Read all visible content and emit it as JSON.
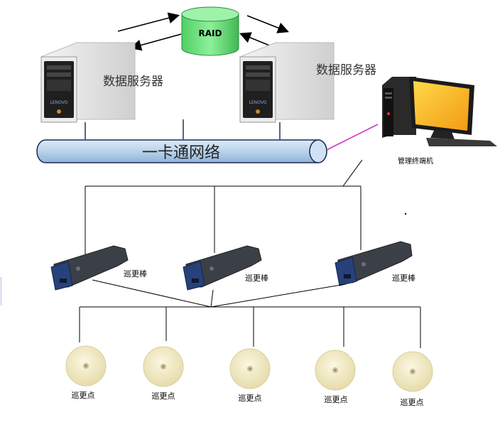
{
  "raid": {
    "label": "RAID"
  },
  "servers": [
    {
      "label": "数据服务器",
      "brand": "LENOVO"
    },
    {
      "label": "数据服务器",
      "brand": "LENOVO"
    }
  ],
  "network": {
    "label": "一卡通网络"
  },
  "terminal": {
    "label": "管理终端机"
  },
  "readers": [
    {
      "label": "巡更棒"
    },
    {
      "label": "巡更棒"
    },
    {
      "label": "巡更棒"
    }
  ],
  "points": [
    {
      "label": "巡更点"
    },
    {
      "label": "巡更点"
    },
    {
      "label": "巡更点"
    },
    {
      "label": "巡更点"
    },
    {
      "label": "巡更点"
    }
  ],
  "colors": {
    "raid_fill": "#6fe07f",
    "pipe_fill": "#b9d3ea",
    "reader_body": "#3b3f47",
    "reader_cap": "#27417a",
    "button_fill": "#f3edc8",
    "terminal_link": "#cc33cc"
  }
}
